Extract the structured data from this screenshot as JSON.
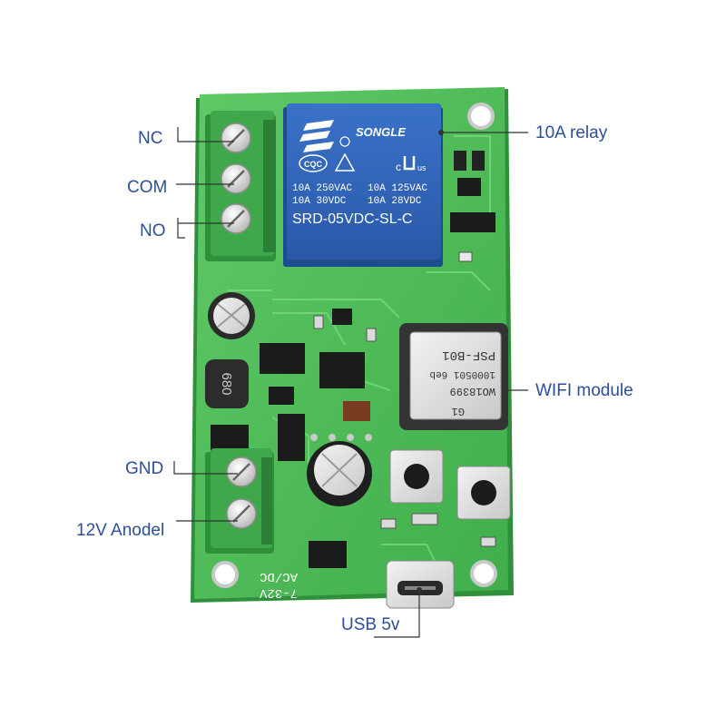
{
  "callouts": {
    "nc": "NC",
    "com": "COM",
    "no": "NO",
    "relay": "10A relay",
    "wifi": "WIFI module",
    "gnd": "GND",
    "anode": "12V Anodel",
    "usb": "USB 5v"
  },
  "relay": {
    "brand": "SONGLE",
    "cert_mark_1": "CQC",
    "cert_mark_2": "c",
    "cert_mark_3": "us",
    "rating_1": "10A 250VAC",
    "rating_2": "10A 125VAC",
    "rating_3": "10A 30VDC",
    "rating_4": "10A 28VDC",
    "model": "SRD-05VDC-SL-C"
  },
  "wifi_module": {
    "line_1": "G1",
    "line_2": "WO18399",
    "line_3": "1000501 6eb",
    "line_4": "PSF-B01"
  },
  "inductor_label": "680",
  "silkscreen": {
    "voltage": "7-32V",
    "power_type": "AC/DC"
  },
  "colors": {
    "board": "#4dbb55",
    "board_dark": "#2f8f3a",
    "terminal": "#3aa14a",
    "relay_blue": "#2f63b8",
    "callout_text": "#2d4f96",
    "leader_line": "#333333"
  }
}
